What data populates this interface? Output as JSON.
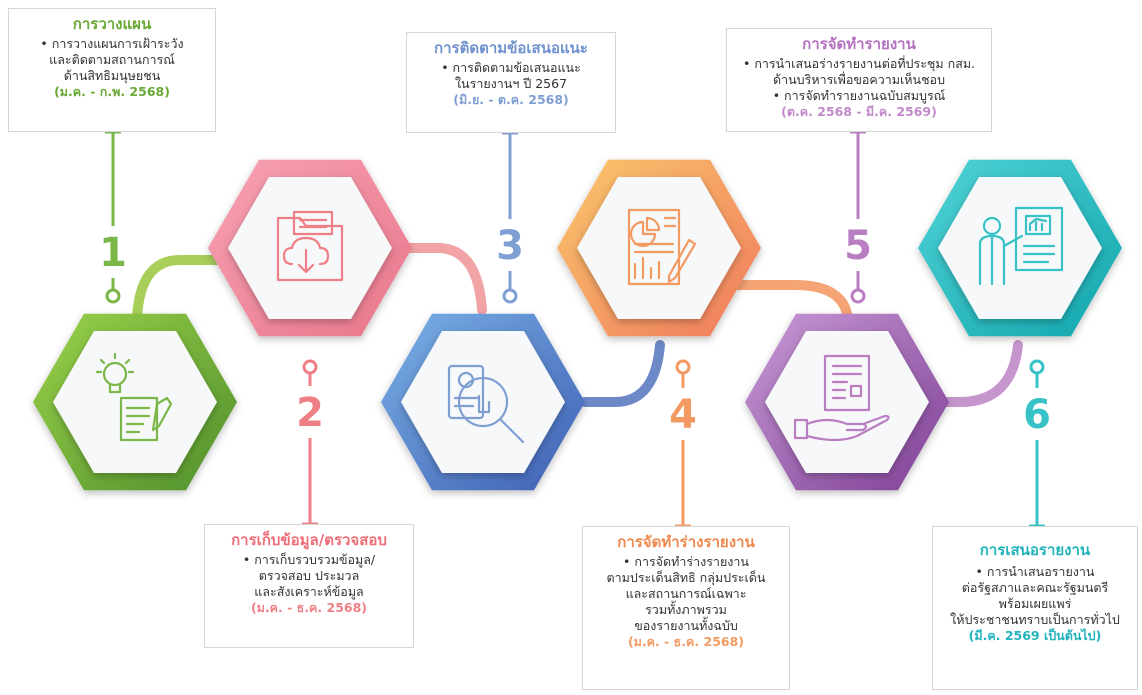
{
  "colors": {
    "s1": "#7ab648",
    "s2": "#ef7f86",
    "s3": "#7f9fd3",
    "s4": "#f29a62",
    "s5": "#b97ec2",
    "s6": "#37c2c7"
  },
  "steps": [
    {
      "num": "1",
      "title": "การวางแผน",
      "lines": [
        "• การวางแผนการเฝ้าระวัง",
        "และติดตามสถานการณ์",
        "ด้านสิทธิมนุษยชน"
      ],
      "date": "(ม.ค. - ก.พ. 2568)",
      "icon": "idea-planning-icon"
    },
    {
      "num": "2",
      "title": "การเก็บข้อมูล/ตรวจสอบ",
      "lines": [
        "• การเก็บรวบรวมข้อมูล/",
        "ตรวจสอบ ประมวล",
        "และสังเคราะห์ข้อมูล"
      ],
      "date": "(ม.ค. - ธ.ค. 2568)",
      "icon": "folder-download-icon"
    },
    {
      "num": "3",
      "title": "การติดตามข้อเสนอแนะ",
      "lines": [
        "• การติดตามข้อเสนอแนะ",
        "ในรายงานฯ ปี 2567"
      ],
      "date": "(มิ.ย. - ต.ค. 2568)",
      "icon": "search-document-icon"
    },
    {
      "num": "4",
      "title": "การจัดทำร่างรายงาน",
      "lines": [
        "• การจัดทำร่างรายงาน",
        "ตามประเด็นสิทธิ กลุ่มประเด็น",
        "และสถานการณ์เฉพาะ",
        "รวมทั้งภาพรวม",
        "ของรายงานทั้งฉบับ"
      ],
      "date": "(ม.ค. - ธ.ค. 2568)",
      "icon": "report-chart-icon"
    },
    {
      "num": "5",
      "title": "การจัดทำรายงาน",
      "lines": [
        "• การนำเสนอร่างรายงานต่อที่ประชุม กสม.",
        "ด้านบริหารเพื่อขอความเห็นชอบ",
        "• การจัดทำรายงานฉบับสมบูรณ์"
      ],
      "date": "(ต.ค. 2568 - มี.ค. 2569)",
      "icon": "hand-document-icon"
    },
    {
      "num": "6",
      "title": "การเสนอรายงาน",
      "lines": [
        "• การนำเสนอรายงาน",
        "ต่อรัฐสภาและคณะรัฐมนตรี",
        "พร้อมเผยแพร่",
        "ให้ประชาชนทราบเป็นการทั่วไป"
      ],
      "date": "(มี.ค. 2569 เป็นต้นไป)",
      "icon": "presenter-chart-icon"
    }
  ]
}
